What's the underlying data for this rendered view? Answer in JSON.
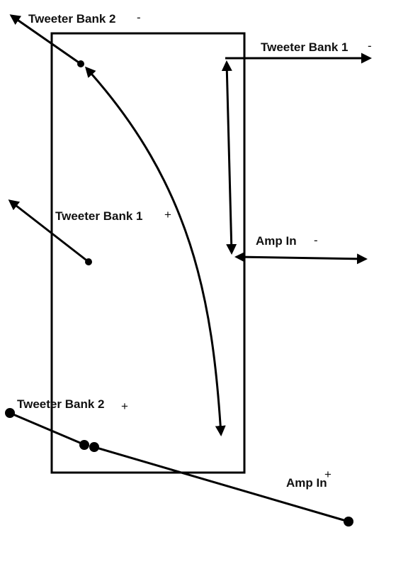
{
  "diagram": {
    "stroke_color": "#000000",
    "background": "#ffffff",
    "labels": {
      "tweeter_bank_2_minus": {
        "text": "Tweeter Bank 2",
        "sign": "-"
      },
      "tweeter_bank_1_minus_outer": {
        "text": "Tweeter Bank 1",
        "sign": "-"
      },
      "tweeter_bank_1_plus_inner": {
        "text": "Tweeter Bank 1",
        "sign": "+"
      },
      "amp_in_minus": {
        "text": "Amp In",
        "sign": "-"
      },
      "tweeter_bank_2_plus": {
        "text": "Tweeter Bank 2",
        "sign": "+"
      },
      "amp_in_plus": {
        "text": "Amp In",
        "sign": "+"
      }
    }
  }
}
